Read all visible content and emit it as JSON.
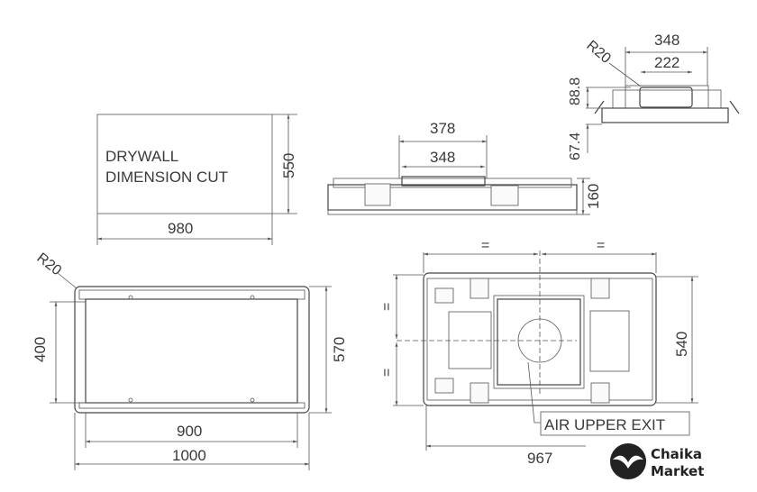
{
  "drywall": {
    "line1": "DRYWALL",
    "line2": "DIMENSION CUT",
    "height": "550",
    "width": "980"
  },
  "side_view": {
    "outer": "378",
    "inner": "348",
    "height": "160"
  },
  "section_view": {
    "outer": "348",
    "inner": "222",
    "radius": "R20",
    "upper": "88.8",
    "lower": "67.4"
  },
  "front_view": {
    "radius": "R20",
    "inner_height": "400",
    "outer_height": "570",
    "inner_width": "900",
    "outer_width": "1000"
  },
  "top_view": {
    "equal_top_left": "=",
    "equal_top_right": "=",
    "equal_left_top": "=",
    "equal_left_bottom": "=",
    "height": "540",
    "width": "967",
    "callout": "AIR UPPER EXIT"
  },
  "logo": {
    "line1": "Chaika",
    "line2": "Market"
  }
}
